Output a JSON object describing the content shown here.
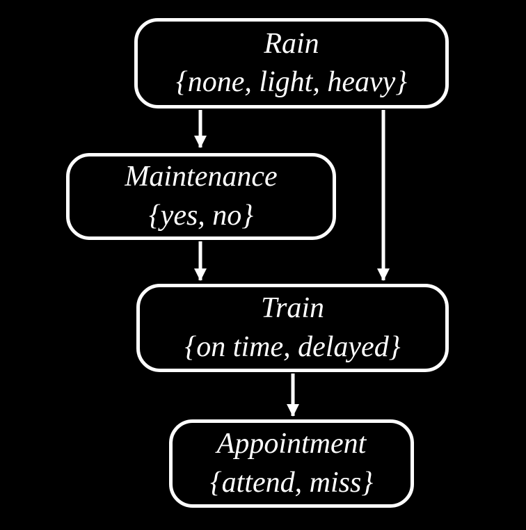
{
  "diagram": {
    "type": "bayesian-network",
    "colors": {
      "background": "#000000",
      "node_border": "#ffffff",
      "node_fill": "#000000",
      "text": "#ffffff",
      "arrow": "#ffffff"
    },
    "nodes": {
      "rain": {
        "name": "Rain",
        "domain": "{none, light, heavy}"
      },
      "maintenance": {
        "name": "Maintenance",
        "domain": "{yes, no}"
      },
      "train": {
        "name": "Train",
        "domain": "{on time, delayed}"
      },
      "appointment": {
        "name": "Appointment",
        "domain": "{attend, miss}"
      }
    },
    "edges": [
      {
        "from": "Rain",
        "to": "Maintenance"
      },
      {
        "from": "Rain",
        "to": "Train"
      },
      {
        "from": "Maintenance",
        "to": "Train"
      },
      {
        "from": "Train",
        "to": "Appointment"
      }
    ]
  }
}
